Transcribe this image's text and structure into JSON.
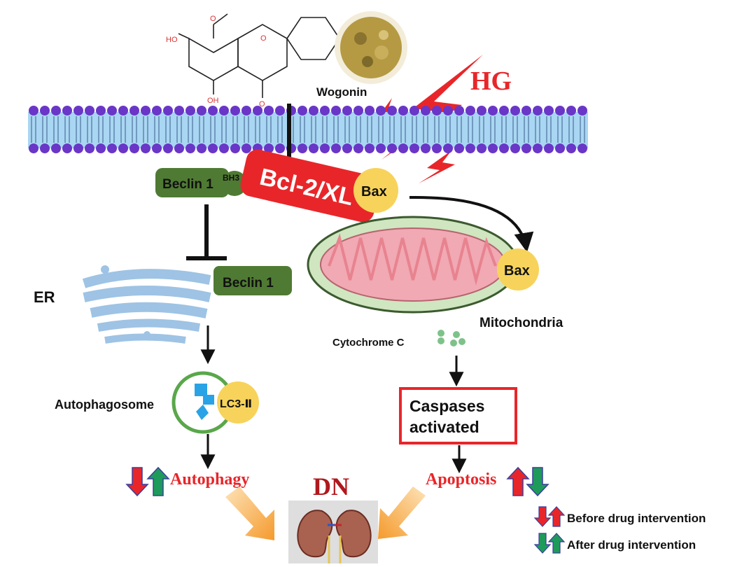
{
  "labels": {
    "hg": "HG",
    "wogonin": "Wogonin",
    "beclin1_top": "Beclin 1",
    "bh3": "BH3",
    "bcl2": "Bcl-2/XL",
    "bax_top": "Bax",
    "bax_mito": "Bax",
    "er": "ER",
    "beclin1_er": "Beclin 1",
    "mitochondria": "Mitochondria",
    "cytochrome": "Cytochrome C",
    "lc3": "LC3-Ⅱ",
    "autophagosome": "Autophagosome",
    "caspases_line1": "Caspases",
    "caspases_line2": "activated",
    "autophagy": "Autophagy",
    "apoptosis": "Apoptosis",
    "dn": "DN"
  },
  "molecule": {
    "oh_top": "HO",
    "oh_bottom": "OH",
    "ketone": "O",
    "ring_o": "O",
    "methoxy_o": "O"
  },
  "legend": [
    {
      "label": "Before drug intervention",
      "color": "#e8262a"
    },
    {
      "label": "After drug intervention",
      "color": "#1e9b5a"
    }
  ],
  "colors": {
    "red": "#e8262a",
    "green_arrow": "#1e9b5a",
    "beclin": "#4f7a33",
    "bax": "#f7d35b",
    "membrane_head": "#6a36c8",
    "membrane_body": "#a9d6f2",
    "er": "#9ec3e4",
    "mito_outer": "#cfe6c0",
    "mito_inner": "#f1a9b4"
  }
}
